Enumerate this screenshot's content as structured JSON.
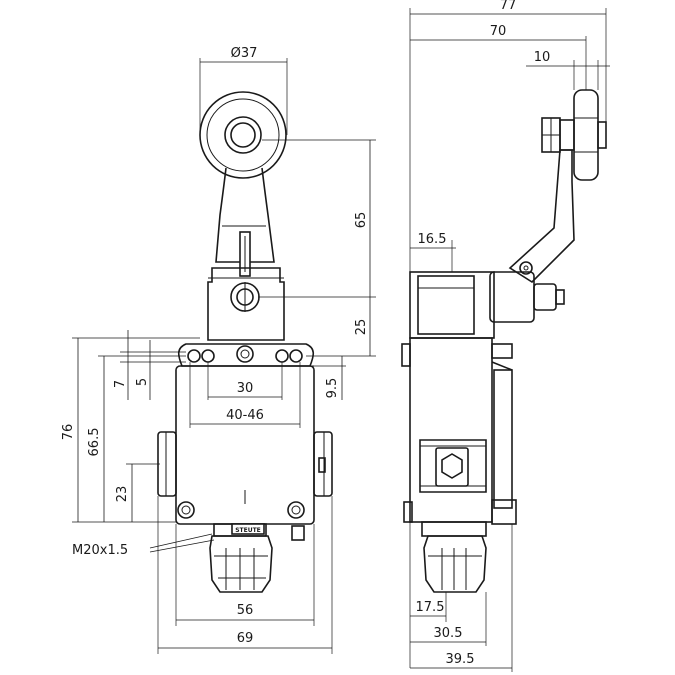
{
  "dimensions": {
    "roller_diameter": "Ø37",
    "lever_height": "65",
    "pivot_height": "25",
    "mount_spacing_top": "30",
    "mount_spacing_range": "40-46",
    "offset_9_5": "9.5",
    "offset_7": "7",
    "offset_5": "5",
    "total_height": "76",
    "height_66_5": "66.5",
    "height_23": "23",
    "thread": "M20x1.5",
    "width_56": "56",
    "width_69": "69",
    "overall_width": "77",
    "roller_reach": "70",
    "roller_width": "10",
    "side_16_5": "16.5",
    "side_17_5": "17.5",
    "side_30_5": "30.5",
    "side_39_5": "39.5"
  },
  "labels": {
    "brand_plate": "STEUTE"
  }
}
